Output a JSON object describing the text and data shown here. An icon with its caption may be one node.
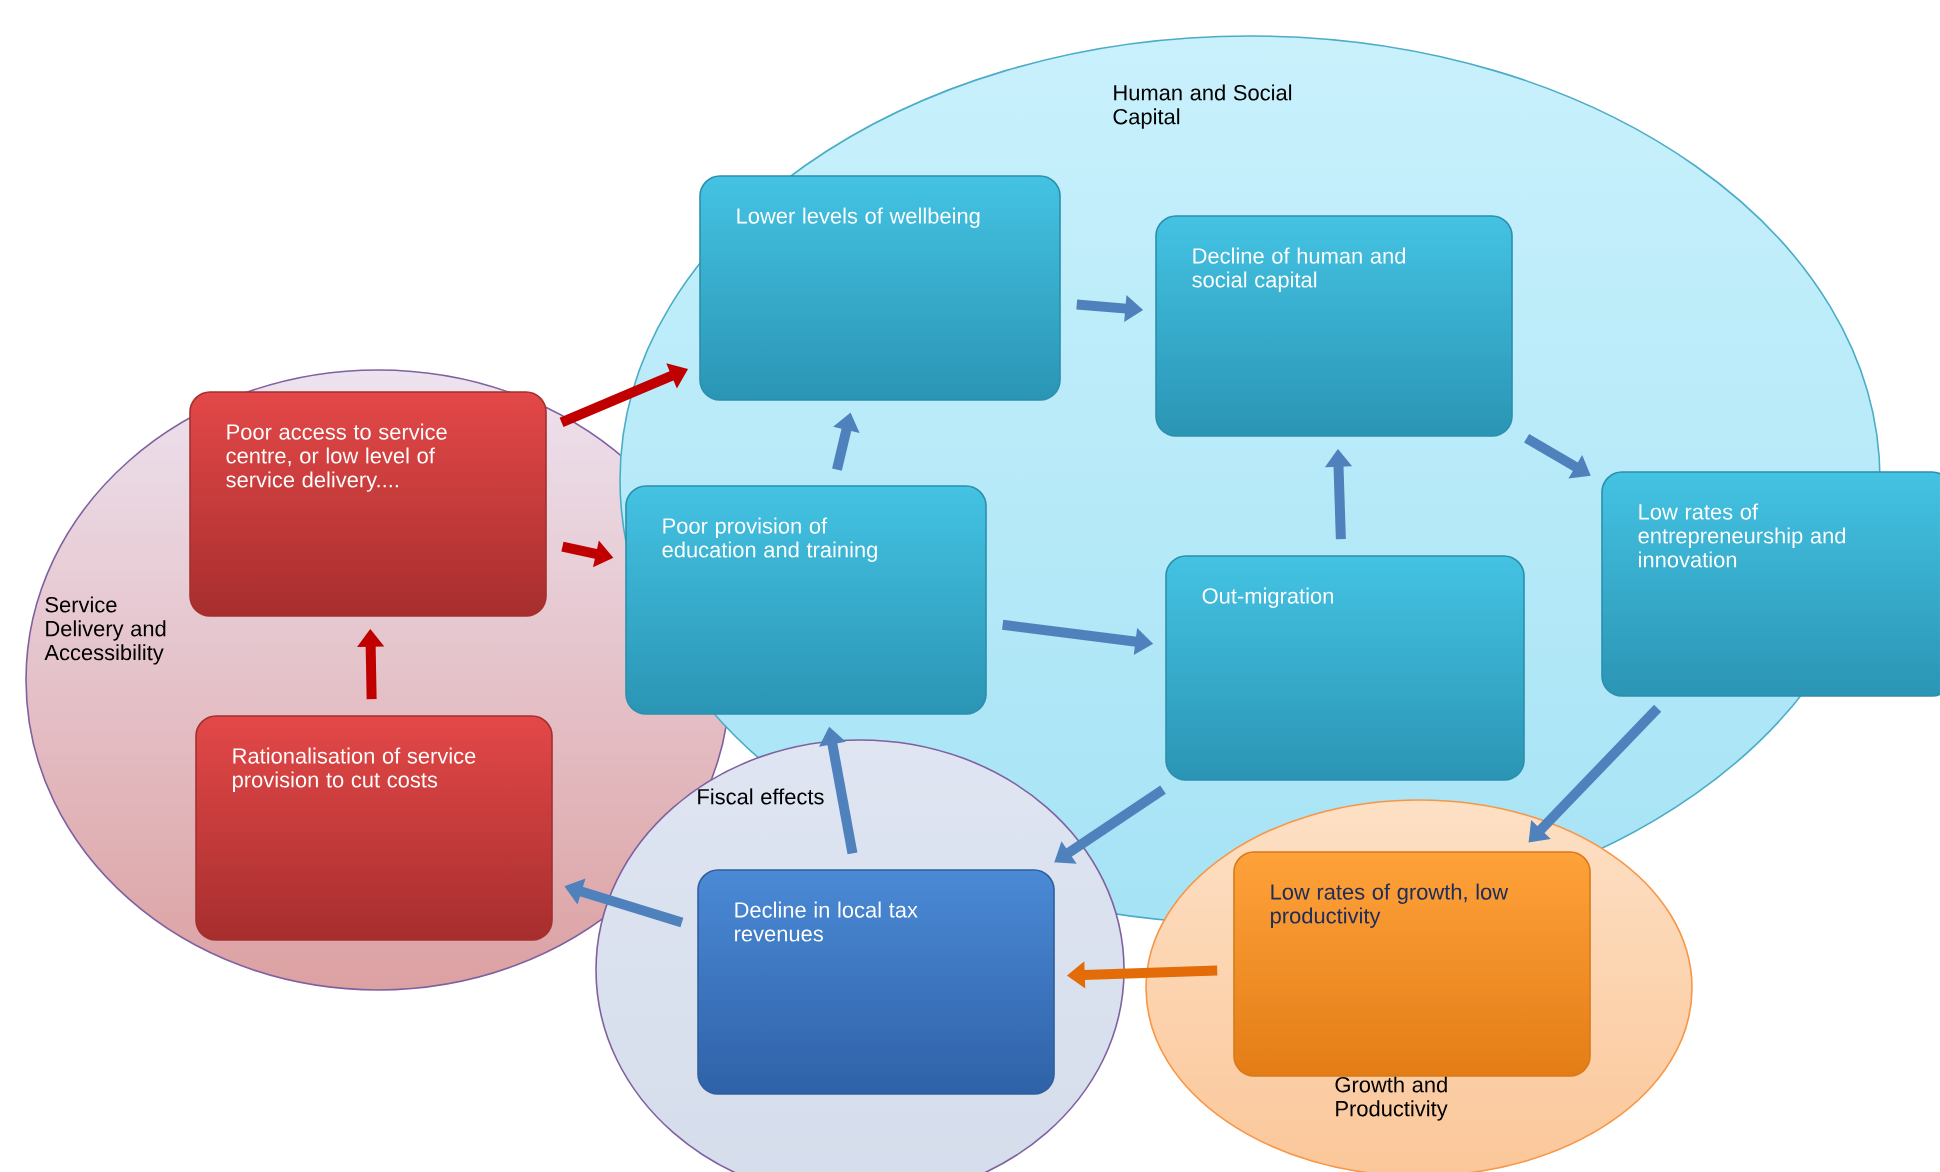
{
  "diagram": {
    "nodes": [
      {
        "text": [
          "Human and Social Capital"
        ]
      },
      {
        "text": [
          "Service Delivery and Accessibility"
        ]
      },
      {
        "text": [
          "Fiscal effects"
        ]
      },
      {
        "text": [
          "Growth and Productivity"
        ]
      },
      {
        "text": [
          "Lower levels of wellbeing"
        ],
        "in": 0
      },
      {
        "text": [
          "Decline of human and social capital"
        ],
        "in": 0
      },
      {
        "text": [
          "Poor access to service centre, or low level of service delivery...."
        ],
        "in": 1
      },
      {
        "text": [
          "Poor provision of education and training"
        ],
        "in": 0
      },
      {
        "text": [
          "Out-migration"
        ],
        "in": 0
      },
      {
        "text": [
          "Low rates of entrepreneurship and innovation"
        ]
      },
      {
        "text": [
          "Rationalisation of service provision to cut costs"
        ],
        "in": 1
      },
      {
        "text": [
          "Decline in local tax revenues"
        ],
        "in": 2
      },
      {
        "text": [
          "Low rates of growth, low productivity"
        ],
        "in": 3
      }
    ],
    "edges": [
      {
        "from": 6,
        "to": 4,
        "arrow": "to",
        "color": "#c00000"
      },
      {
        "from": 6,
        "to": 7,
        "arrow": "to",
        "color": "#c00000"
      },
      {
        "from": 10,
        "to": 6,
        "arrow": "to",
        "color": "#c00000"
      },
      {
        "from": 7,
        "to": 4,
        "arrow": "to"
      },
      {
        "from": 4,
        "to": 5,
        "arrow": "to"
      },
      {
        "from": 5,
        "to": 9,
        "arrow": "to"
      },
      {
        "from": 7,
        "to": 8,
        "arrow": "to"
      },
      {
        "from": 8,
        "to": 5,
        "arrow": "to"
      },
      {
        "from": 9,
        "to": 12,
        "arrow": "to"
      },
      {
        "from": 8,
        "to": 11,
        "arrow": "to"
      },
      {
        "from": 12,
        "to": 11,
        "arrow": "to",
        "color": "#e36c09"
      },
      {
        "from": 11,
        "to": 10,
        "arrow": "to"
      },
      {
        "from": 11,
        "to": 7,
        "arrow": "to"
      }
    ]
  }
}
